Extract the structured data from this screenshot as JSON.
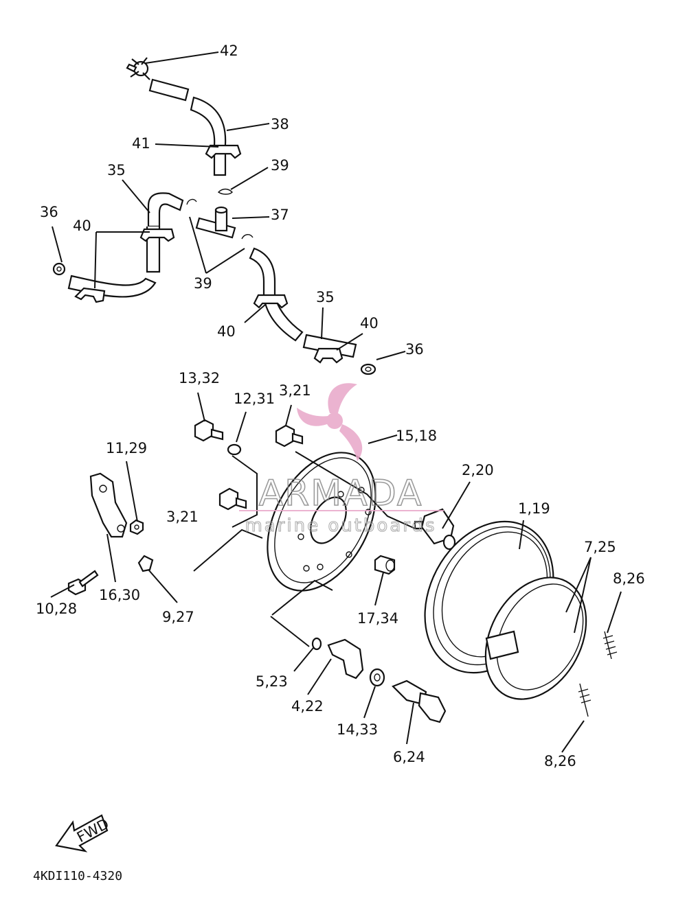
{
  "diagram_code": "4KDI110-4320",
  "watermark": {
    "brand": "ARMADA",
    "tagline": "marine outboards",
    "color": "#e8a6c8"
  },
  "fwd_label": "FWD",
  "callouts": {
    "c42": "42",
    "c38": "38",
    "c41": "41",
    "c39a": "39",
    "c35a": "35",
    "c37": "37",
    "c36a": "36",
    "c40a": "40",
    "c39b": "39",
    "c35b": "35",
    "c40b": "40",
    "c40c": "40",
    "c36b": "36",
    "c13_32": "13,32",
    "c12_31": "12,31",
    "c3_21a": "3,21",
    "c15_18": "15,18",
    "c11_29": "11,29",
    "c2_20": "2,20",
    "c1_19": "1,19",
    "c3_21b": "3,21",
    "c7_25": "7,25",
    "c8_26a": "8,26",
    "c10_28": "10,28",
    "c16_30": "16,30",
    "c9_27": "9,27",
    "c17_34": "17,34",
    "c5_23": "5,23",
    "c4_22": "4,22",
    "c14_33": "14,33",
    "c6_24": "6,24",
    "c8_26b": "8,26"
  }
}
